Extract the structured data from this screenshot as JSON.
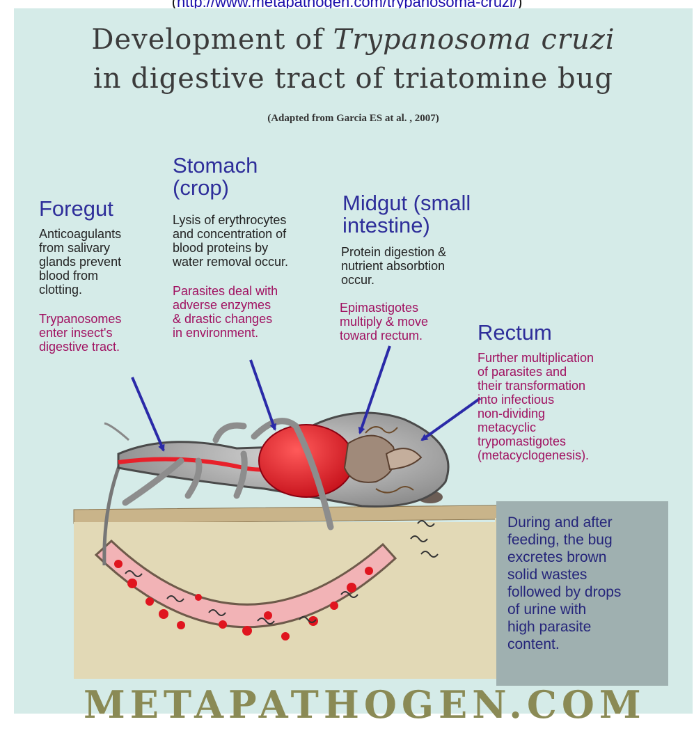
{
  "top_link": {
    "prefix": "(",
    "link_text": "http://www.metapathogen.com/trypanosoma-cruzi/",
    "suffix": ")"
  },
  "title": {
    "line1_plain": "Development of ",
    "line1_italic": "Trypanosoma cruzi",
    "line2": "in digestive tract of triatomine bug"
  },
  "citation": "(Adapted from Garcia ES at al. , 2007)",
  "sections": {
    "foregut": {
      "heading": "Foregut",
      "desc": [
        "Anticoagulants",
        "from salivary",
        "glands prevent",
        "blood from",
        "clotting."
      ],
      "parasite": [
        "Trypanosomes",
        "enter insect's",
        "digestive tract."
      ]
    },
    "stomach": {
      "heading": [
        "Stomach",
        "(crop)"
      ],
      "desc": [
        "Lysis of erythrocytes",
        "and concentration of",
        "blood proteins by",
        "water removal occur."
      ],
      "parasite": [
        "Parasites deal with",
        "adverse enzymes",
        "& drastic changes",
        "in environment."
      ]
    },
    "midgut": {
      "heading": [
        "Midgut (small",
        "intestine)"
      ],
      "desc": [
        "Protein digestion &",
        "nutrient absorbtion",
        "occur."
      ],
      "parasite": [
        "Epimastigotes",
        "multiply & move",
        "toward rectum."
      ]
    },
    "rectum": {
      "heading": "Rectum",
      "parasite": [
        "Further multiplication",
        "of parasites and",
        "their transformation",
        "into infectious",
        "non-dividing",
        "metacyclic",
        "trypomastigotes",
        "(metacyclogenesis)."
      ]
    }
  },
  "note": [
    "During and after",
    "feeding, the bug",
    "excretes brown",
    "solid wastes",
    "followed by drops",
    "of urine with",
    "high parasite",
    "content."
  ],
  "logo": "METAPATHOGEN.COM",
  "colors": {
    "background": "#d5ebe8",
    "heading": "#2e2e9a",
    "parasite_text": "#a01060",
    "arrow": "#2a2aa8",
    "blood": "#e8202a",
    "note_box": "#9fb0b0",
    "logo": "#8a8a55"
  }
}
